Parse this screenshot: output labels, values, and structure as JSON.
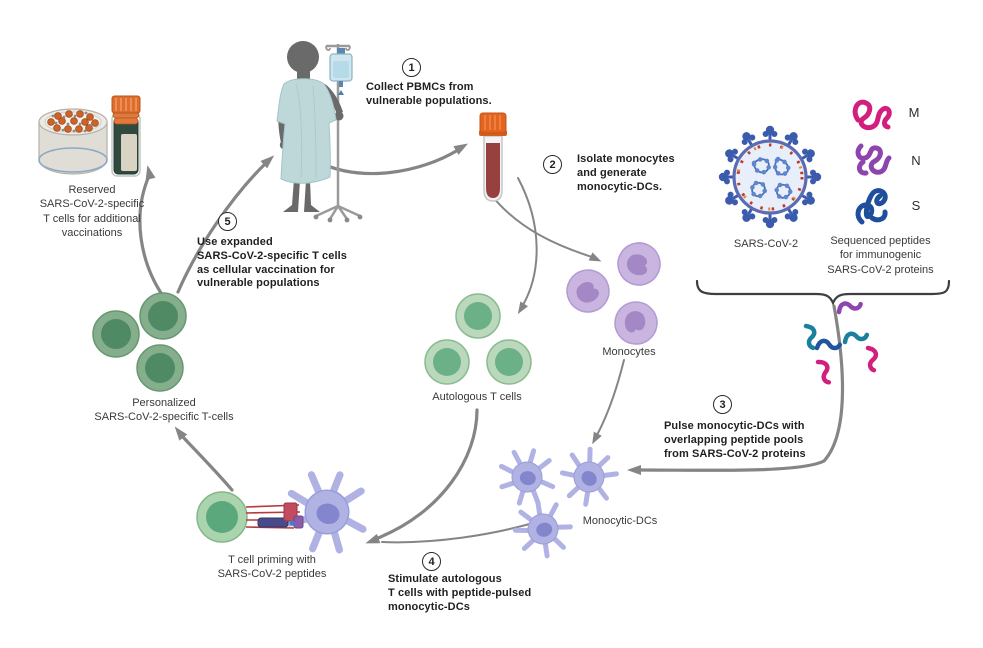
{
  "steps": [
    {
      "num": "1",
      "text": "Collect PBMCs from\nvulnerable populations."
    },
    {
      "num": "2",
      "text": "Isolate monocytes\nand generate\nmonocytic-DCs."
    },
    {
      "num": "3",
      "text": "Pulse monocytic-DCs with\noverlapping peptide pools\nfrom SARS-CoV-2 proteins"
    },
    {
      "num": "4",
      "text": "Stimulate autologous\nT cells with peptide-pulsed\nmonocytic-DCs"
    },
    {
      "num": "5",
      "text": "Use expanded\nSARS-CoV-2-specific T cells\nas cellular vaccination for\nvulnerable populations"
    }
  ],
  "labels": {
    "reserved": "Reserved\nSARS-CoV-2-specific\nT cells for additional\nvaccinations",
    "personalized": "Personalized\nSARS-CoV-2-specific T-cells",
    "autologous": "Autologous T cells",
    "monocytes": "Monocytes",
    "monocytic_dcs": "Monocytic-DCs",
    "t_cell_priming": "T cell priming with\nSARS-CoV-2 peptides",
    "virus": "SARS-CoV-2",
    "sequenced_peptides": "Sequenced peptides\nfor immunogenic\nSARS-CoV-2 proteins"
  },
  "peptide_legend": [
    {
      "letter": "M",
      "color": "#d21f7e"
    },
    {
      "letter": "N",
      "color": "#8e44ad"
    },
    {
      "letter": "S",
      "color": "#1f4e9c"
    }
  ],
  "colors": {
    "arrow": "#858585",
    "text": "#1f1f1f",
    "caption": "#3a3a3a",
    "t_cell_outer": "#bad8bb",
    "t_cell_inner": "#6cb087",
    "personalized_outer": "#85ae8d",
    "personalized_inner": "#4f8a64",
    "monocyte_body": "#c9b5e0",
    "monocyte_nucleus": "#a487c5",
    "dendritic_body": "#b0b2e4",
    "dendritic_nucleus": "#8486cd",
    "virus_blue": "#3b5bad",
    "blood_red": "#96413f",
    "cap_orange": "#e2641f",
    "gown_blue": "#bed8da",
    "peptide_pink": "#d21f7e",
    "peptide_purple": "#8e44ad",
    "peptide_blue": "#24539e",
    "peptide_teal": "#1b7f9e"
  }
}
